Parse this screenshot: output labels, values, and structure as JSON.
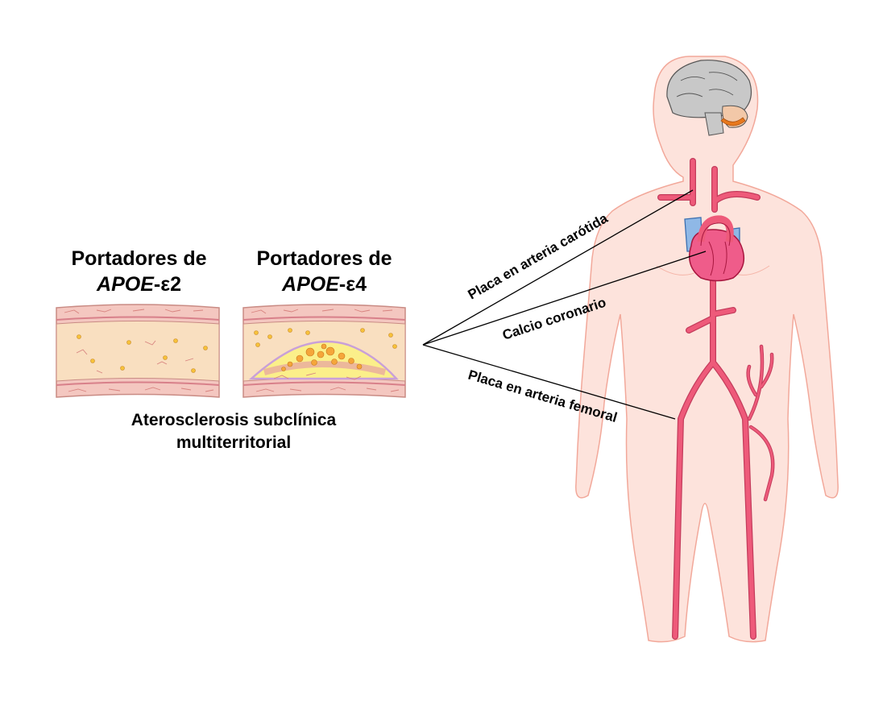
{
  "groups": [
    {
      "label_prefix": "Portadores de",
      "gene": "APOE",
      "allele": "-ε2"
    },
    {
      "label_prefix": "Portadores de",
      "gene": "APOE",
      "allele": "-ε4"
    }
  ],
  "caption": {
    "line1": "Aterosclerosis subclínica",
    "line2": "multiterritorial"
  },
  "territories": {
    "carotid": "Placa en arteria carótida",
    "coronary": "Calcio coronario",
    "femoral": "Placa en arteria femoral"
  },
  "colors": {
    "artery_wall": "#f4c7c0",
    "artery_lumen": "#f9dfc0",
    "plaque_core": "#fbef8a",
    "lipid_dots": "#f5b93a",
    "vessel_red": "#ee5a7a",
    "vein_blue": "#8fb8e6",
    "body_fill": "#fde3dc",
    "body_outline": "#f2a89a"
  }
}
